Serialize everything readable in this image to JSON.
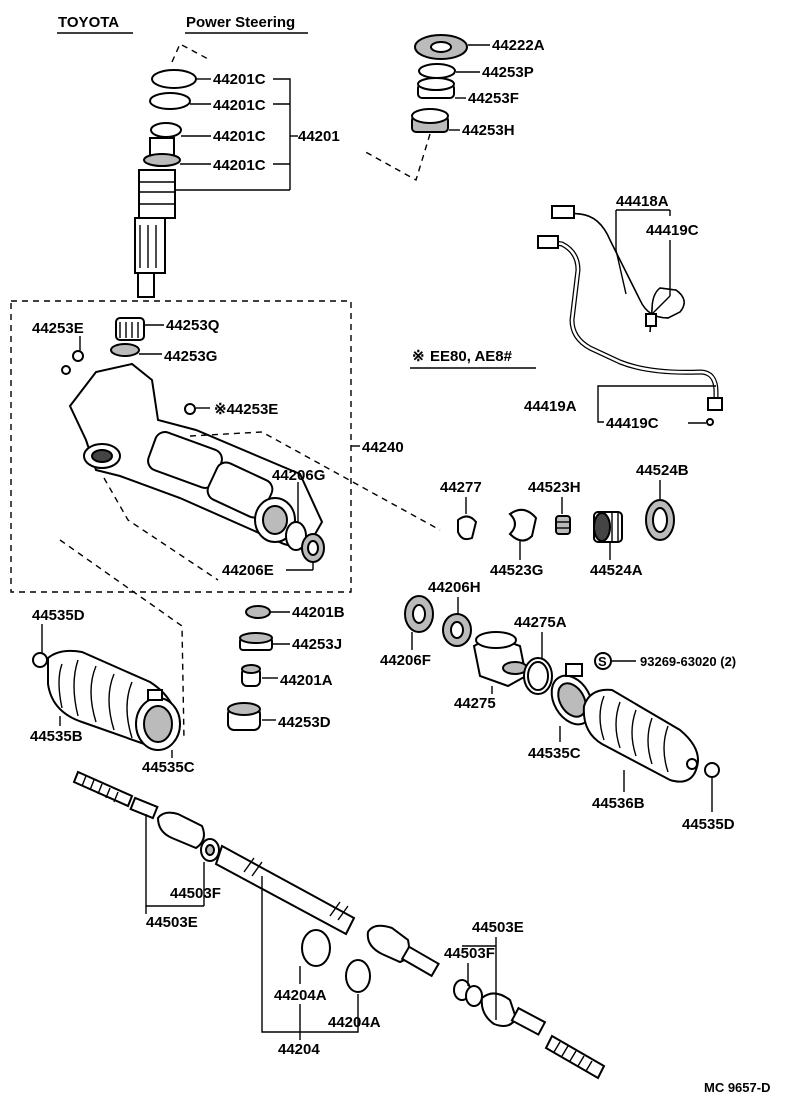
{
  "header": {
    "brand": "TOYOTA",
    "title": "Power Steering"
  },
  "footer": {
    "code": "MC 9657-D"
  },
  "note": {
    "symbol": "※",
    "text": "EE80, AE8#"
  },
  "labels": {
    "l44222A": "44222A",
    "l44253P": "44253P",
    "l44253F": "44253F",
    "l44253H": "44253H",
    "l44201C_1": "44201C",
    "l44201C_2": "44201C",
    "l44201C_3": "44201C",
    "l44201C_4": "44201C",
    "l44201": "44201",
    "l44418A": "44418A",
    "l44419C_top": "44419C",
    "l44419A": "44419A",
    "l44419C_bot": "44419C",
    "l44253E_left": "44253E",
    "l44253Q": "44253Q",
    "l44253G": "44253G",
    "l44253E_star": "※44253E",
    "l44240": "44240",
    "l44206G": "44206G",
    "l44206E": "44206E",
    "l44277": "44277",
    "l44523H": "44523H",
    "l44523G": "44523G",
    "l44524B": "44524B",
    "l44524A": "44524A",
    "l44201B": "44201B",
    "l44253J": "44253J",
    "l44201A": "44201A",
    "l44253D": "44253D",
    "l44535D_left": "44535D",
    "l44535B": "44535B",
    "l44535C_left": "44535C",
    "l44206H": "44206H",
    "l44206F": "44206F",
    "l44275A": "44275A",
    "l44275": "44275",
    "l93269": "93269-63020 (2)",
    "l44535C_right": "44535C",
    "l44536B": "44536B",
    "l44535D_right": "44535D",
    "l44503F_left": "44503F",
    "l44503E_left": "44503E",
    "l44503E_right": "44503E",
    "l44503F_right": "44503F",
    "l44204A_1": "44204A",
    "l44204A_2": "44204A",
    "l44204": "44204"
  },
  "symbols": {
    "s_circle": "S"
  }
}
